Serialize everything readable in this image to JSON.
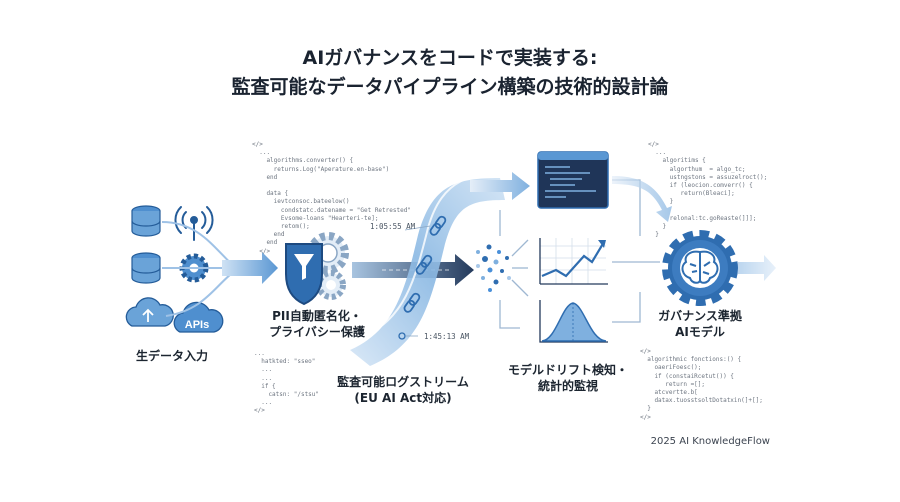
{
  "title": {
    "line1": "AIガバナンスをコードで実装する:",
    "line2": "監査可能なデータパイプライン構築の技術的設計論"
  },
  "stages": {
    "raw_data": "生データ入力",
    "pii_line1": "PII自動匿名化・",
    "pii_line2": "プライバシー保護",
    "stream_line1": "監査可能ログストリーム",
    "stream_line2": "(EU AI Act対応)",
    "drift_line1": "モデルドリフト検知・",
    "drift_line2": "統計的監視",
    "model_line1": "ガバナンス準拠",
    "model_line2": "AIモデル"
  },
  "api_badge": "APIs",
  "timestamps": {
    "first": "1:05:55 AM",
    "second": "1:45:13 AM"
  },
  "code_snippets": {
    "top_left": "</>\n  ...\n    algorithms.converter() {\n      returns.Log(\"Aperature.en-base\")\n    end\n\n    data {\n      ievtconsoc.bateelow()\n        condstatc.datename = \"Get Retrested\"\n        Evsome-loans \"Hearteri-te];\n        retom();\n      end\n    end\n  </>",
    "bottom_left": "...\n  hatkted: \"sseo\"\n  ...\n  ...\n  if {\n    catsn: \"/stsu\"\n  ...\n</>",
    "top_right": "</>\n  ...\n    algoritims {\n      algorthum  = algo_tc;\n      ustngstons = assuzelroct();\n      if (leocion.comverr() {\n         return(Bleaci];\n      }\n\n      relonal:tc.goReaste(]]];\n    }\n  }",
    "bottom_right": "</>\n  algorithmic fonctions:() {\n    oaeriFoesc();\n    if (constaiRcetut()) {\n       return =[];\n    atcvertte.b[\n    datax.tuosstsoltDotatxin(]+[];\n  }\n</>"
  },
  "colors": {
    "primary": "#2f6db0",
    "light": "#a9c8e8",
    "dark": "#243a5c",
    "accent": "#4a90d9"
  },
  "footer": "2025 AI KnowledgeFlow"
}
